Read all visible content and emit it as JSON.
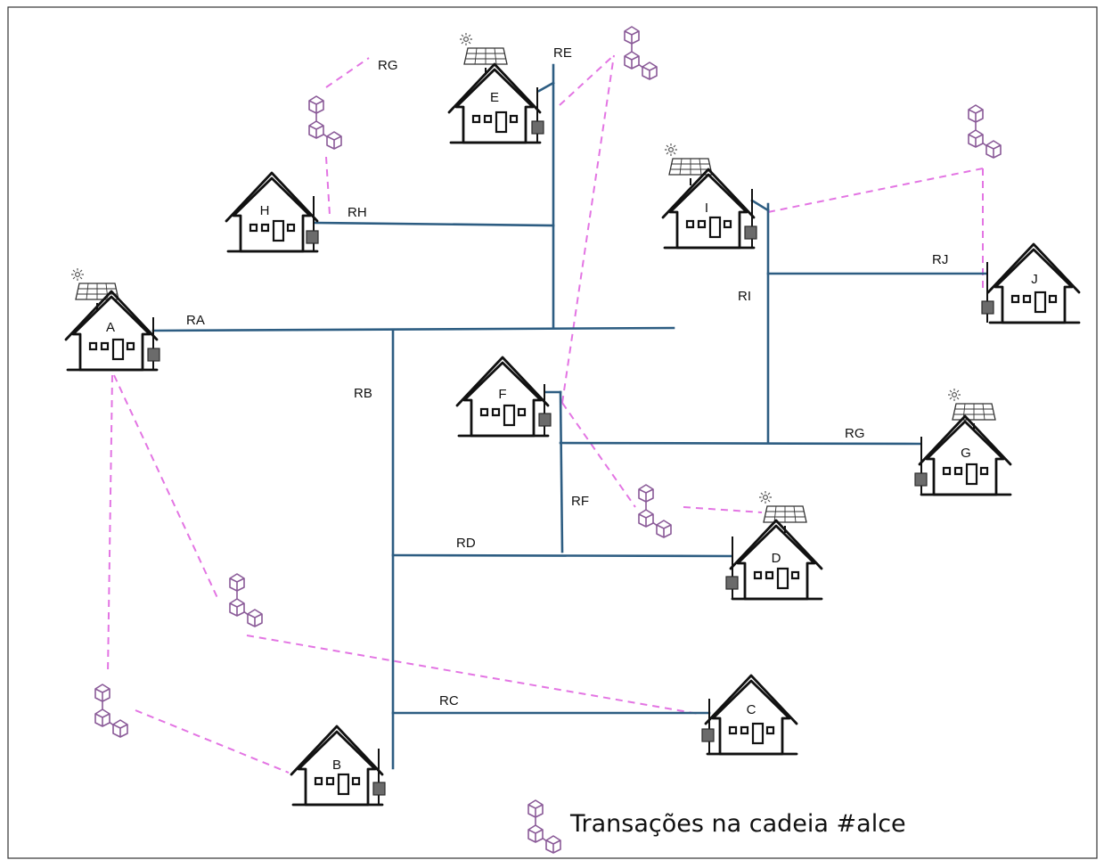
{
  "houses": [
    {
      "label": "A"
    },
    {
      "label": "B"
    },
    {
      "label": "C"
    },
    {
      "label": "D"
    },
    {
      "label": "E"
    },
    {
      "label": "F"
    },
    {
      "label": "G"
    },
    {
      "label": "H"
    },
    {
      "label": "I"
    },
    {
      "label": "J"
    }
  ],
  "connections": [
    {
      "label": "RA"
    },
    {
      "label": "RB"
    },
    {
      "label": "RC"
    },
    {
      "label": "RD"
    },
    {
      "label": "RE"
    },
    {
      "label": "RF"
    },
    {
      "label": "RG"
    },
    {
      "label": "RH"
    },
    {
      "label": "RI"
    },
    {
      "label": "RJ"
    },
    {
      "label": "RG"
    }
  ],
  "legend": {
    "text": "Transações na cadeia #alce",
    "icon": "blockchain-icon"
  },
  "colors": {
    "grid_line": "#2d5d82",
    "transaction_line": "#e375e3",
    "chain_icon": "#8a5a98",
    "meter": "#6b6b6b"
  }
}
